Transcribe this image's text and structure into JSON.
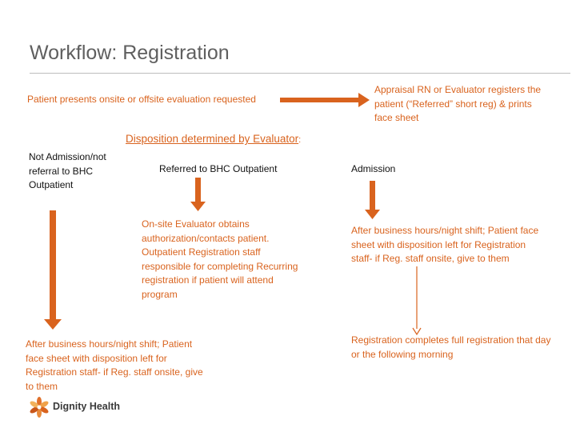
{
  "slide": {
    "title": "Workflow: Registration"
  },
  "flow": {
    "start_text": "Patient presents onsite or offsite evaluation requested",
    "appraisal_text": "Appraisal RN or Evaluator registers the patient (“Referred” short reg) & prints face sheet",
    "disposition_heading": "Disposition determined by Evaluator",
    "disposition_colon": ":",
    "col1_heading": "Not Admission/not referral to BHC Outpatient",
    "col2_heading": "Referred to BHC Outpatient",
    "col3_heading": "Admission",
    "col2_body": "On-site Evaluator obtains authorization/contacts patient. Outpatient Registration staff responsible for completing Recurring registration if patient will attend program",
    "col3_body": "After business hours/night shift; Patient face sheet with disposition left for Registration staff- if Reg. staff onsite, give to them",
    "col3_final": "Registration completes full registration that day or the following morning",
    "col1_body": "After business hours/night shift; Patient face sheet with disposition left for Registration staff- if Reg. staff onsite, give to them"
  },
  "logo": {
    "text": "Dignity Health",
    "icon": "dignity-health-star-icon"
  },
  "colors": {
    "accent_orange": "#d9631e",
    "title_gray": "#5f5f5f"
  }
}
